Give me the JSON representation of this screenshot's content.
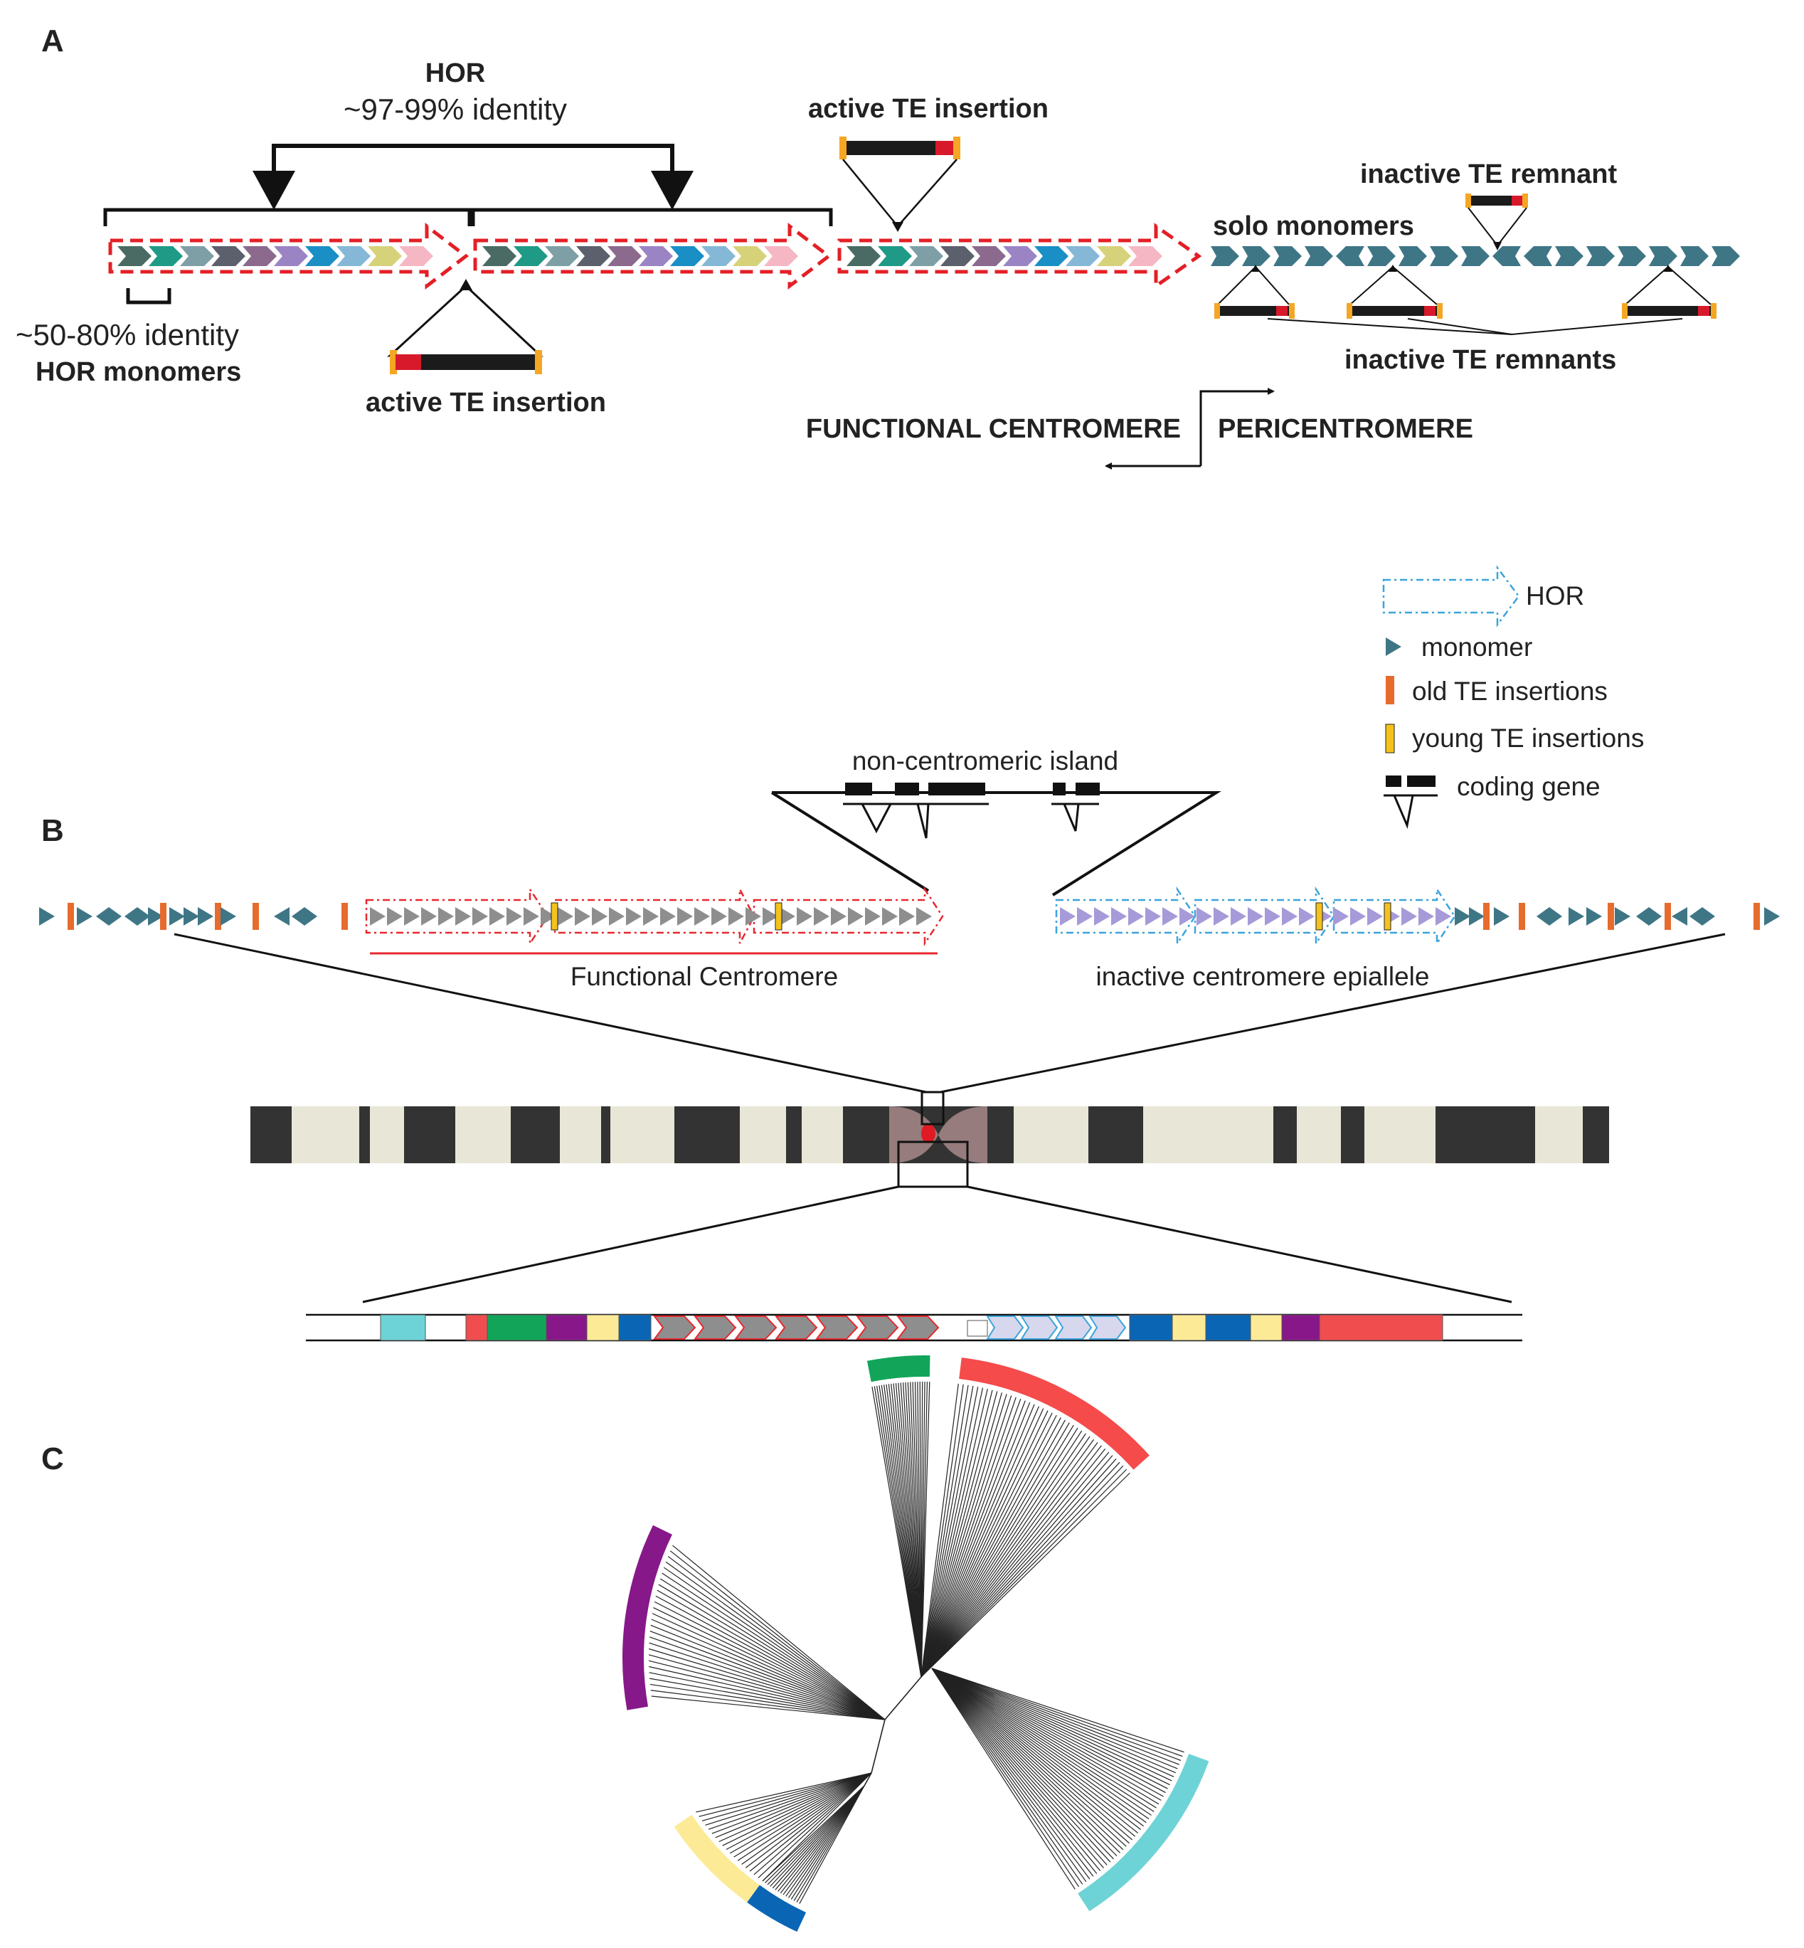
{
  "panel_a": {
    "letter": "A",
    "hor_title": "HOR",
    "hor_identity": "~97-99% identity",
    "monomer_identity": "~50-80% identity",
    "monomer_label": "HOR monomers",
    "active_te_top": "active TE insertion",
    "active_te_bottom": "active TE insertion",
    "inactive_te_remnant": "inactive TE remnant",
    "solo_monomers": "solo monomers",
    "inactive_te_remnants": "inactive TE remnants",
    "functional_centromere": "FUNCTIONAL CENTROMERE",
    "pericentromere": "PERICENTROMERE",
    "monomer_colors": [
      "#4a6b64",
      "#1e9a86",
      "#7f9fa6",
      "#5c5f6c",
      "#8b6a8e",
      "#9b84c4",
      "#1a8fc6",
      "#85b8d6",
      "#d6d27a",
      "#f5b7c3"
    ],
    "solo_monomer_color": "#3f7686",
    "te_colors": {
      "body": "#1b1b1b",
      "cap": "#f5a623",
      "active": "#d7192b"
    }
  },
  "panel_b": {
    "letter": "B",
    "non_centromeric_island": "non-centromeric island",
    "functional_centromere": "Functional Centromere",
    "inactive_epiallele": "inactive centromere epiallele",
    "legend": {
      "hor": "HOR",
      "monomer": "monomer",
      "old_te": "old TE insertions",
      "young_te": "young TE insertions",
      "coding_gene": "coding gene"
    },
    "colors": {
      "gray_monomer": "#8e8e8e",
      "lilac_monomer": "#a79ad8",
      "old_te": "#e76b2c",
      "young_te": "#f4c21c",
      "functional_outline": "#e8282f",
      "epiallele_outline": "#3ba3dc",
      "centromere": "#e01b24"
    },
    "block_colors": [
      "#6ed3d6",
      "#f04d4f",
      "#12a55a",
      "#88188a",
      "#fdea96",
      "#0a66b5"
    ]
  },
  "panel_c": {
    "letter": "C",
    "arc_colors": [
      "#12a55a",
      "#f54b4b",
      "#87188a",
      "#fdea96",
      "#0a66b5",
      "#6ed3d6"
    ]
  }
}
